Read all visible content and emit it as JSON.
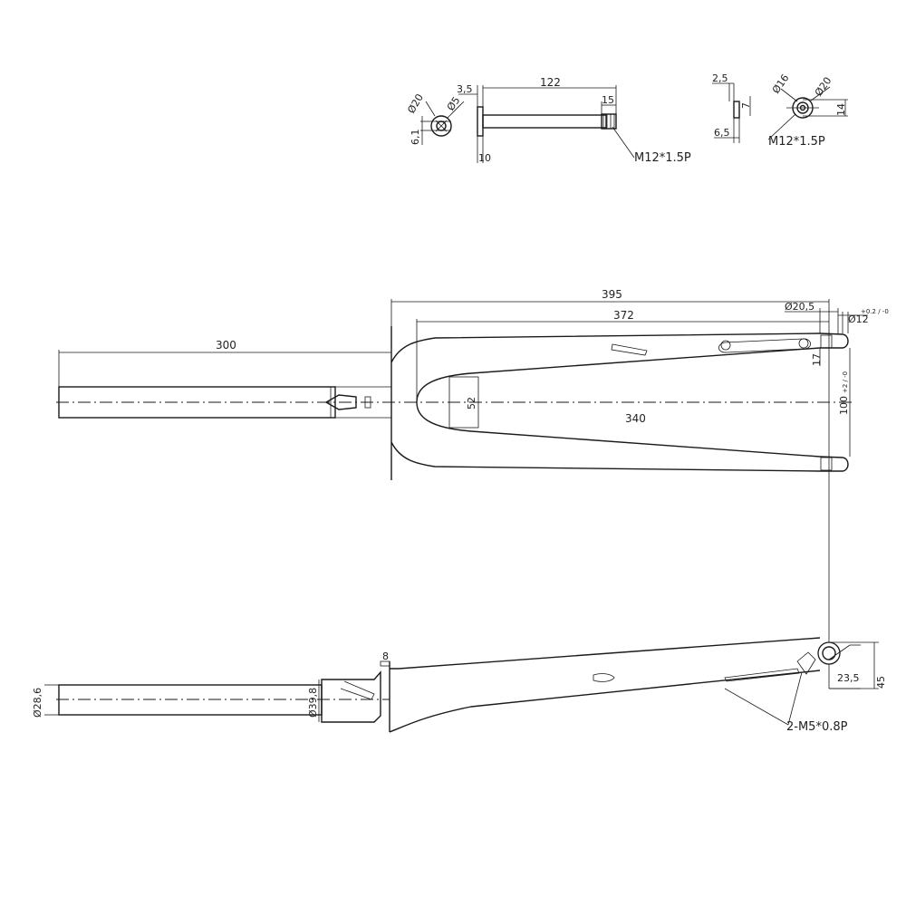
{
  "axle_detail_top": {
    "diameters": [
      "Ø20",
      "Ø5"
    ],
    "dims": [
      "6,1",
      "3,5",
      "122",
      "15",
      "10"
    ],
    "thread": "M12*1.5P"
  },
  "axle_detail_side": {
    "dims": [
      "2,5",
      "7",
      "6,5",
      "14"
    ],
    "diameters": [
      "Ø16",
      "Ø20"
    ],
    "thread": "M12*1.5P"
  },
  "top_view": {
    "steerer_length": "300",
    "overall_length": "395",
    "crown_to_axle": "372",
    "leg_length": "340",
    "crown_inner": "52",
    "dropout_dia": "Ø20,5",
    "axle_dia": "Ø12",
    "axle_tol": "+0.2 / -0",
    "dropout_offset": "17",
    "spacing": "100",
    "spacing_tol": "+2 / -0"
  },
  "side_view": {
    "steerer_dia": "Ø28,6",
    "crown_dia": "Ø39,8",
    "crown_lip": "8",
    "offset": "45",
    "dropout_length": "23,5",
    "mount_thread": "2-M5*0.8P"
  }
}
